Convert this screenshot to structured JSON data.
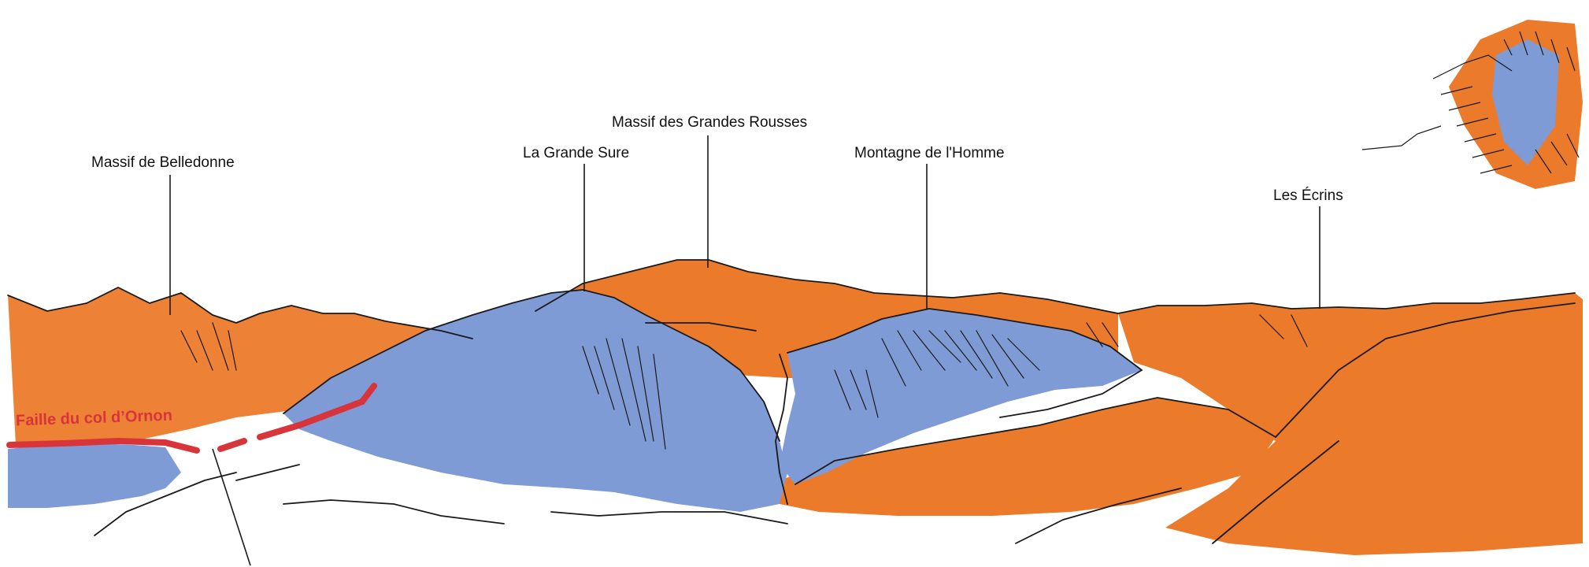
{
  "colors": {
    "orange": "#ec7a2b",
    "orange_dark": "#e06a1c",
    "blue": "#7f9bd6",
    "blue_light": "#a7bde6",
    "fault_red": "#d8353b",
    "ink": "#1a1a1a"
  },
  "labels": {
    "belledonne": "Massif de Belledonne",
    "grande_sure": "La Grande Sure",
    "grandes_rousses": "Massif des Grandes Rousses",
    "montagne_homme": "Montagne de l'Homme",
    "ecrins": "Les Écrins",
    "faille": "Faille du col d’Ornon"
  },
  "icons": {
    "legend_sketch": "mountain-sketch-icon"
  }
}
